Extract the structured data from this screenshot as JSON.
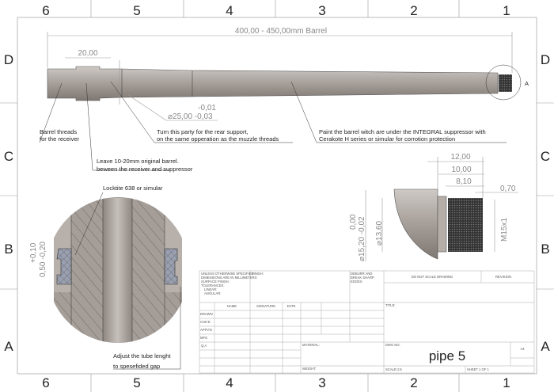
{
  "zones": {
    "columns": [
      "6",
      "5",
      "4",
      "3",
      "2",
      "1"
    ],
    "rows": [
      "D",
      "C",
      "B",
      "A"
    ]
  },
  "barrel_view": {
    "overall_dim": "400,00 - 450,00mm Barrel",
    "collar_dim": "20,00",
    "diameter_tol_upper": "-0,01",
    "diameter_dim": "⌀25,00 -0,03",
    "detail_label": "A"
  },
  "notes": {
    "barrel_threads": [
      "Barrel threads",
      "for the receiver"
    ],
    "rear_support": [
      "Turn this party for the rear support,",
      "on the same opperation as the muzzle threads"
    ],
    "paint": [
      "Paint the barrel witch are under the INTEGRAL suppressor with",
      "Cerakote H series or simular for corrotion protection"
    ],
    "leave_barrel": [
      "Leave 10-20mm original barrel.",
      "beween the receiver and suppressor"
    ],
    "locktite": "Locktite 638 or simular",
    "adjust": [
      "Adjust the tube lenght",
      "to spesefided gap"
    ]
  },
  "section_view": {
    "tol_upper": "+0,10",
    "tol_dim": "0,50 -0,20"
  },
  "detail_view": {
    "dims": [
      "12,00",
      "10,00",
      "8,10",
      "0,70"
    ],
    "thread": "M15x1",
    "bore": "⌀13,60",
    "outer_upper": "0,00",
    "outer": "⌀15,20 -0,02"
  },
  "title_block": {
    "spec": [
      "UNLESS OTHERWISE SPECIFIED:",
      "DIMENSIONS ARE IN MILLIMETERS",
      "SURFACE FINISH:",
      "TOLERANCES:",
      "LINEAR:",
      "ANGULAR:"
    ],
    "finish": "FINISH:",
    "deburr": [
      "DEBURR AND",
      "BREAK SHARP",
      "EDGES"
    ],
    "do_not_scale": "DO NOT SCALE DRAWING",
    "revision": "REVISION",
    "col_headers": [
      "NAME",
      "SIGNATURE",
      "DATE"
    ],
    "row_labels": [
      "DRAWN",
      "CHK'D",
      "APPV'D",
      "MFG",
      "Q.A"
    ],
    "title_label": "TITLE:",
    "material": "MATERIAL:",
    "weight": "WEIGHT:",
    "dwg_no_label": "DWG NO.",
    "dwg_no": "pipe 5",
    "size": "A4",
    "scale": "SCALE:1:5",
    "sheet": "SHEET 1 OF 1"
  }
}
